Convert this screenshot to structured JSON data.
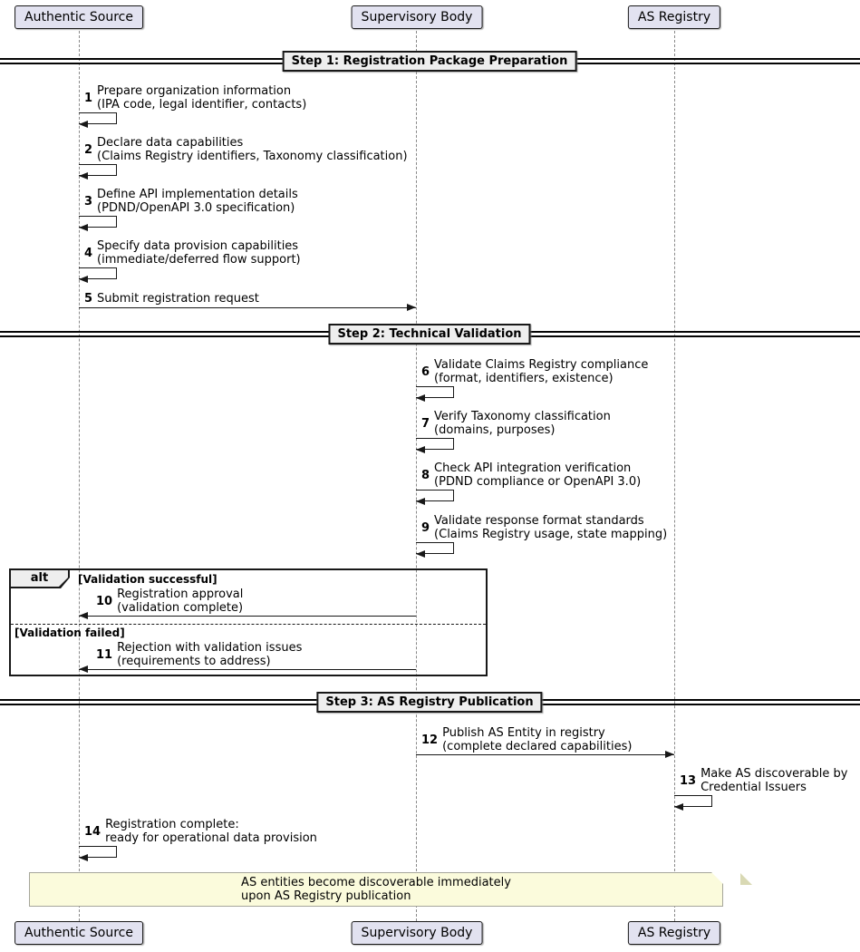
{
  "participants": {
    "authentic_source": "Authentic Source",
    "supervisory_body": "Supervisory Body",
    "as_registry": "AS Registry"
  },
  "dividers": {
    "step1": "Step 1: Registration Package Preparation",
    "step2": "Step 2: Technical Validation",
    "step3": "Step 3: AS Registry Publication"
  },
  "alt": {
    "label": "alt",
    "guard_success": "[Validation successful]",
    "guard_failed": "[Validation failed]"
  },
  "messages": {
    "m1": {
      "num": "1",
      "line1": "Prepare organization information",
      "line2": "(IPA code, legal identifier, contacts)"
    },
    "m2": {
      "num": "2",
      "line1": "Declare data capabilities",
      "line2": "(Claims Registry identifiers, Taxonomy classification)"
    },
    "m3": {
      "num": "3",
      "line1": "Define API implementation details",
      "line2": "(PDND/OpenAPI 3.0 specification)"
    },
    "m4": {
      "num": "4",
      "line1": "Specify data provision capabilities",
      "line2": "(immediate/deferred flow support)"
    },
    "m5": {
      "num": "5",
      "line1": "Submit registration request"
    },
    "m6": {
      "num": "6",
      "line1": "Validate Claims Registry compliance",
      "line2": "(format, identifiers, existence)"
    },
    "m7": {
      "num": "7",
      "line1": "Verify Taxonomy classification",
      "line2": "(domains, purposes)"
    },
    "m8": {
      "num": "8",
      "line1": "Check API integration verification",
      "line2": "(PDND compliance or OpenAPI 3.0)"
    },
    "m9": {
      "num": "9",
      "line1": "Validate response format standards",
      "line2": "(Claims Registry usage, state mapping)"
    },
    "m10": {
      "num": "10",
      "line1": "Registration approval",
      "line2": "(validation complete)"
    },
    "m11": {
      "num": "11",
      "line1": "Rejection with validation issues",
      "line2": "(requirements to address)"
    },
    "m12": {
      "num": "12",
      "line1": "Publish AS Entity in registry",
      "line2": "(complete declared capabilities)"
    },
    "m13": {
      "num": "13",
      "line1": "Make AS discoverable by",
      "line2": "Credential Issuers"
    },
    "m14": {
      "num": "14",
      "line1": "Registration complete:",
      "line2": "ready for operational data provision"
    }
  },
  "note": {
    "line1": "AS entities become discoverable immediately",
    "line2": "upon AS Registry publication"
  },
  "colors": {
    "participant_fill": "#E2E2F0",
    "participant_border": "#181818",
    "divider_fill": "#EEEEEE",
    "alt_tab_fill": "#EEEEEE",
    "note_fill": "#FBFBDC",
    "note_border": "#A6A69B",
    "line_color": "#181818"
  }
}
